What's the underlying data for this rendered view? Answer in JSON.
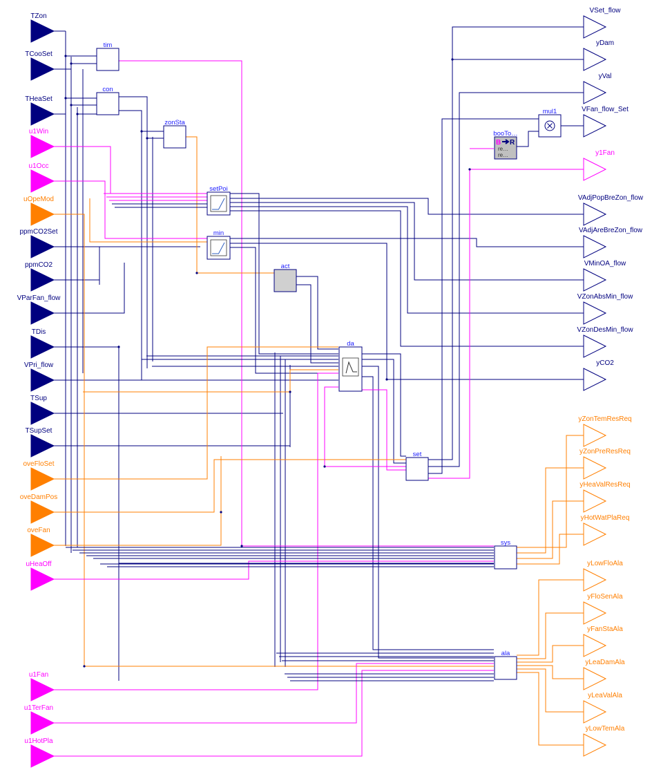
{
  "colors": {
    "real": "#00007f",
    "bool": "#ff00ff",
    "int": "#ff7f00",
    "block_text": "#1a1aff"
  },
  "inputs": [
    {
      "label": "TZon",
      "type": "real"
    },
    {
      "label": "TCooSet",
      "type": "real"
    },
    {
      "label": "THeaSet",
      "type": "real"
    },
    {
      "label": "u1Win",
      "type": "bool"
    },
    {
      "label": "u1Occ",
      "type": "bool"
    },
    {
      "label": "uOpeMod",
      "type": "int"
    },
    {
      "label": "ppmCO2Set",
      "type": "real"
    },
    {
      "label": "ppmCO2",
      "type": "real"
    },
    {
      "label": "VParFan_flow",
      "type": "real"
    },
    {
      "label": "TDis",
      "type": "real"
    },
    {
      "label": "VPri_flow",
      "type": "real"
    },
    {
      "label": "TSup",
      "type": "real"
    },
    {
      "label": "TSupSet",
      "type": "real"
    },
    {
      "label": "oveFloSet",
      "type": "int"
    },
    {
      "label": "oveDamPos",
      "type": "int"
    },
    {
      "label": "oveFan",
      "type": "int"
    },
    {
      "label": "uHeaOff",
      "type": "bool"
    },
    {
      "label": "u1Fan",
      "type": "bool"
    },
    {
      "label": "u1TerFan",
      "type": "bool"
    },
    {
      "label": "u1HotPla",
      "type": "bool"
    }
  ],
  "outputs": [
    {
      "label": "VSet_flow",
      "type": "real"
    },
    {
      "label": "yDam",
      "type": "real"
    },
    {
      "label": "yVal",
      "type": "real"
    },
    {
      "label": "VFan_flow_Set",
      "type": "real"
    },
    {
      "label": "y1Fan",
      "type": "bool"
    },
    {
      "label": "VAdjPopBreZon_flow",
      "type": "real"
    },
    {
      "label": "VAdjAreBreZon_flow",
      "type": "real"
    },
    {
      "label": "VMinOA_flow",
      "type": "real"
    },
    {
      "label": "VZonAbsMin_flow",
      "type": "real"
    },
    {
      "label": "VZonDesMin_flow",
      "type": "real"
    },
    {
      "label": "yCO2",
      "type": "real"
    },
    {
      "label": "yZonTemResReq",
      "type": "int"
    },
    {
      "label": "yZonPreResReq",
      "type": "int"
    },
    {
      "label": "yHeaValResReq",
      "type": "int"
    },
    {
      "label": "yHotWatPlaReq",
      "type": "int"
    },
    {
      "label": "yLowFloAla",
      "type": "int"
    },
    {
      "label": "yFloSenAla",
      "type": "int"
    },
    {
      "label": "yFanStaAla",
      "type": "int"
    },
    {
      "label": "yLeaDamAla",
      "type": "int"
    },
    {
      "label": "yLeaValAla",
      "type": "int"
    },
    {
      "label": "yLowTemAla",
      "type": "int"
    }
  ],
  "blocks": [
    {
      "id": "tim",
      "label": "tim",
      "style": "plain"
    },
    {
      "id": "con",
      "label": "con",
      "style": "plain"
    },
    {
      "id": "zonSta",
      "label": "zonSta",
      "style": "plain"
    },
    {
      "id": "setPoi",
      "label": "setPoi",
      "style": "graph"
    },
    {
      "id": "min",
      "label": "min",
      "style": "graph"
    },
    {
      "id": "act",
      "label": "act",
      "style": "gray"
    },
    {
      "id": "dam",
      "label": "da",
      "style": "damper"
    },
    {
      "id": "set",
      "label": "set",
      "style": "plain"
    },
    {
      "id": "sys",
      "label": "sys",
      "style": "plain"
    },
    {
      "id": "ala",
      "label": "ala",
      "style": "plain"
    },
    {
      "id": "mul1",
      "label": "mul1",
      "style": "product"
    },
    {
      "id": "booToRea",
      "label": "booTo…",
      "style": "booToRea",
      "inner_top": "B",
      "inner_right": "R",
      "inner_lines": [
        "re…",
        "re…"
      ]
    }
  ]
}
